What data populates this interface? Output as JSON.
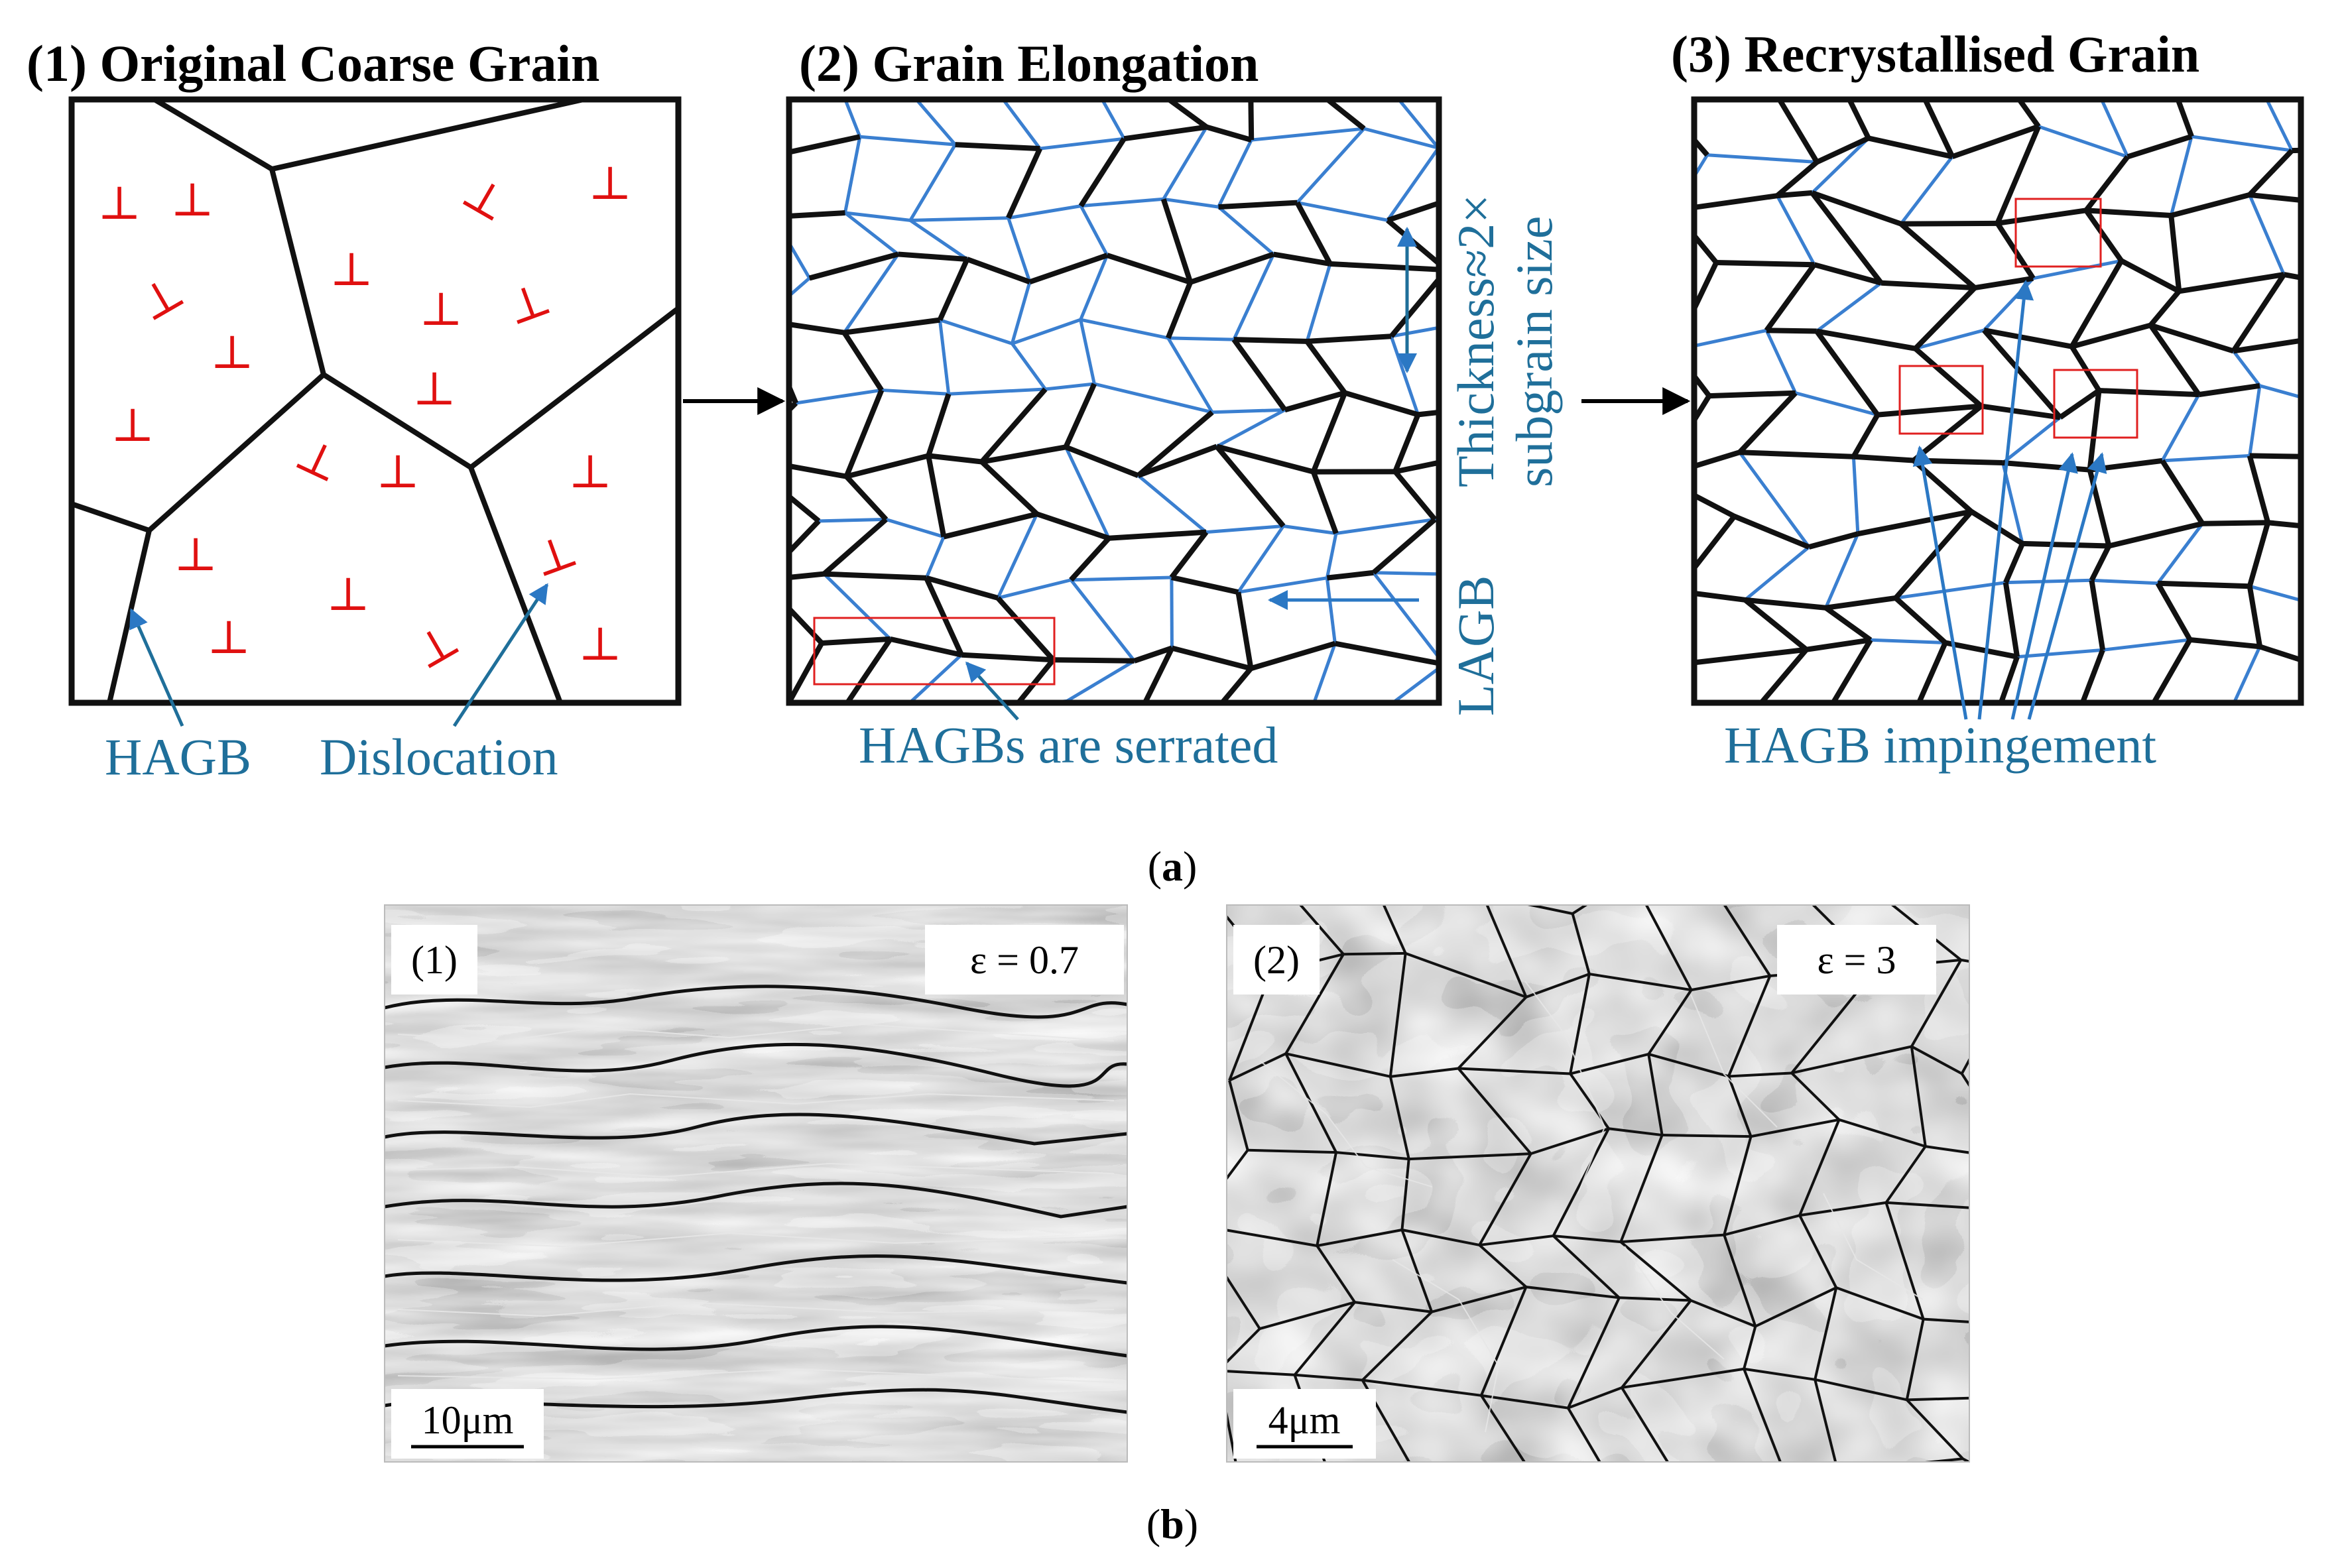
{
  "panel_a": {
    "caption_open": "(",
    "caption_letter": "a",
    "caption_close": ")",
    "stage1_title": "(1) Original Coarse Grain",
    "stage2_title": "(2) Grain Elongation",
    "stage3_title": "(3) Recrystallised Grain",
    "hagb_label": "HAGB",
    "dislocation_label": "Dislocation",
    "serrated_label": "HAGBs are serrated",
    "lagb_label": "LAGB",
    "thickness_line1": "Thickness≈2×",
    "thickness_line2": "subgrain size",
    "impingement_label": "HAGB impingement",
    "dislocation_symbol": "⊥"
  },
  "panel_b": {
    "caption_open": "(",
    "caption_letter": "b",
    "caption_close": ")",
    "image1": {
      "tag": "(1)",
      "strain": "ε = 0.7",
      "scale": "10μm"
    },
    "image2": {
      "tag": "(2)",
      "strain": "ε = 3",
      "scale": "4μm"
    }
  },
  "colors": {
    "hagb": "#111111",
    "lagb": "#3a7fd0",
    "dislocation": "#e01010",
    "label": "#1f6f9a",
    "highlight_box": "#e02020"
  }
}
